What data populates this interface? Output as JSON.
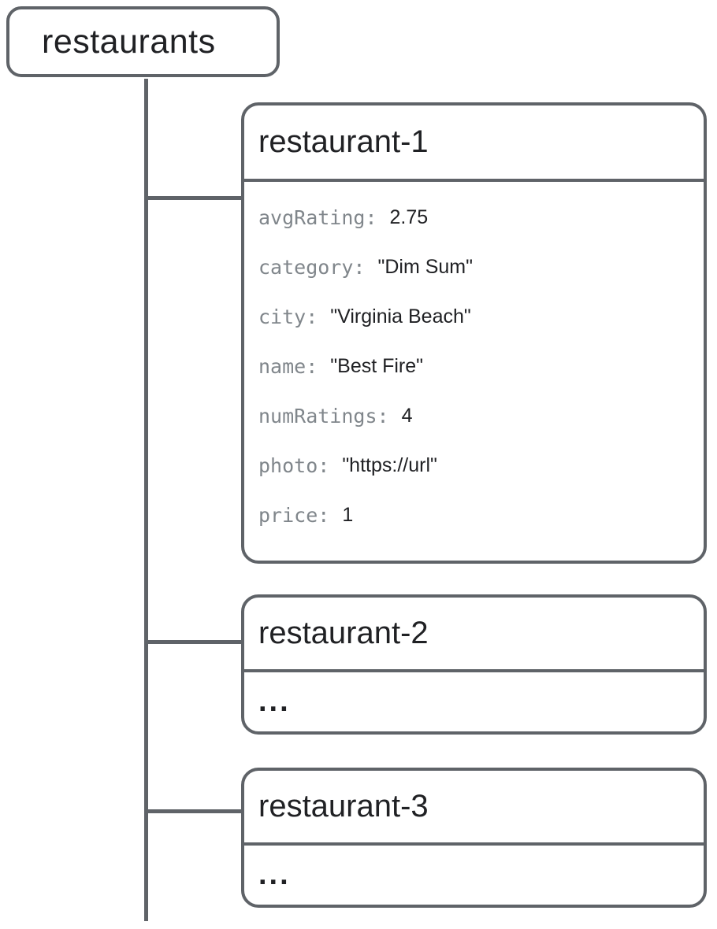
{
  "root": {
    "label": "restaurants"
  },
  "documents": [
    {
      "id": "restaurant-1",
      "fields": [
        {
          "label": "avgRating:",
          "value": "2.75"
        },
        {
          "label": "category:",
          "value": "\"Dim Sum\""
        },
        {
          "label": "city:",
          "value": "\"Virginia Beach\""
        },
        {
          "label": "name:",
          "value": "\"Best Fire\""
        },
        {
          "label": "numRatings:",
          "value": "4"
        },
        {
          "label": "photo:",
          "value": "\"https://url\""
        },
        {
          "label": "price:",
          "value": "1"
        }
      ]
    },
    {
      "id": "restaurant-2",
      "body": "..."
    },
    {
      "id": "restaurant-3",
      "body": "..."
    }
  ],
  "colors": {
    "line": "#5f6368",
    "field_label": "#80868b",
    "text": "#202124",
    "background": "#ffffff"
  }
}
